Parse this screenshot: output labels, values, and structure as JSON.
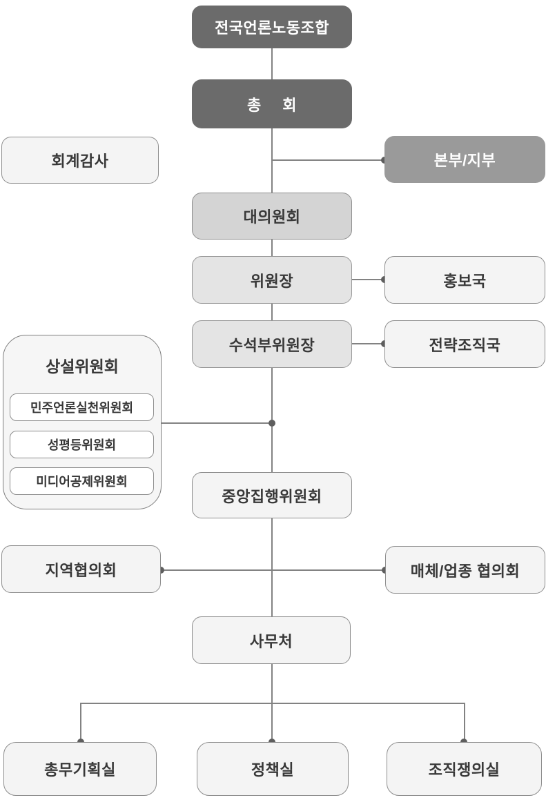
{
  "nodes": {
    "national_union": "전국언론노동조합",
    "general_assembly": "총 회",
    "audit": "회계감사",
    "hq_branch": "본부/지부",
    "delegates_council": "대의원회",
    "chairman": "위원장",
    "pr_bureau": "홍보국",
    "senior_vice_chairman": "수석부위원장",
    "strategy_org_bureau": "전략조직국",
    "standing_committee": {
      "title": "상설위원회",
      "items": [
        "민주언론실천위원회",
        "성평등위원회",
        "미디어공제위원회"
      ]
    },
    "central_executive": "중앙집행위원회",
    "regional_council": "지역협의회",
    "media_sector_council": "매체/업종 협의회",
    "secretariat": "사무처",
    "general_affairs_office": "총무기획실",
    "policy_office": "정책실",
    "org_dispute_office": "조직쟁의실"
  },
  "edges": [
    [
      "national_union",
      "general_assembly"
    ],
    [
      "general_assembly",
      "hq_branch"
    ],
    [
      "general_assembly",
      "delegates_council"
    ],
    [
      "delegates_council",
      "chairman"
    ],
    [
      "chairman",
      "pr_bureau"
    ],
    [
      "chairman",
      "senior_vice_chairman"
    ],
    [
      "senior_vice_chairman",
      "strategy_org_bureau"
    ],
    [
      "senior_vice_chairman",
      "central_executive"
    ],
    [
      "standing_committee",
      "central_executive"
    ],
    [
      "central_executive",
      "secretariat"
    ],
    [
      "regional_council",
      "media_sector_council"
    ],
    [
      "secretariat",
      "general_affairs_office"
    ],
    [
      "secretariat",
      "policy_office"
    ],
    [
      "secretariat",
      "org_dispute_office"
    ]
  ],
  "colors": {
    "dark_box": "#6b6b6b",
    "medium_box": "#9a9a9a",
    "gray_box": "#d4d4d4",
    "lightgray_box": "#e4e4e4",
    "light_box": "#f4f4f4",
    "panel": "#f6f6f6",
    "line": "#828282",
    "text_dark": "#383838",
    "text_light": "#ffffff"
  }
}
